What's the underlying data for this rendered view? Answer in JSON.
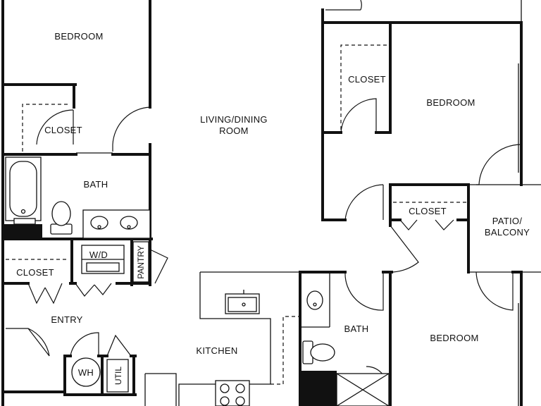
{
  "rooms": {
    "bedroom_top_left": "BEDROOM",
    "closet_left": "CLOSET",
    "bath_left": "BATH",
    "closet_entry": "CLOSET",
    "wd": "W/D",
    "pantry": "PANTRY",
    "entry": "ENTRY",
    "wh": "WH",
    "util": "UTIL",
    "living_line1": "LIVING/DINING",
    "living_line2": "ROOM",
    "kitchen": "KITCHEN",
    "closet_top_right": "CLOSET",
    "bedroom_top_right": "BEDROOM",
    "closet_mid_right": "CLOSET",
    "patio_line1": "PATIO/",
    "patio_line2": "BALCONY",
    "bath_right": "BATH",
    "bedroom_bottom_right": "BEDROOM"
  }
}
